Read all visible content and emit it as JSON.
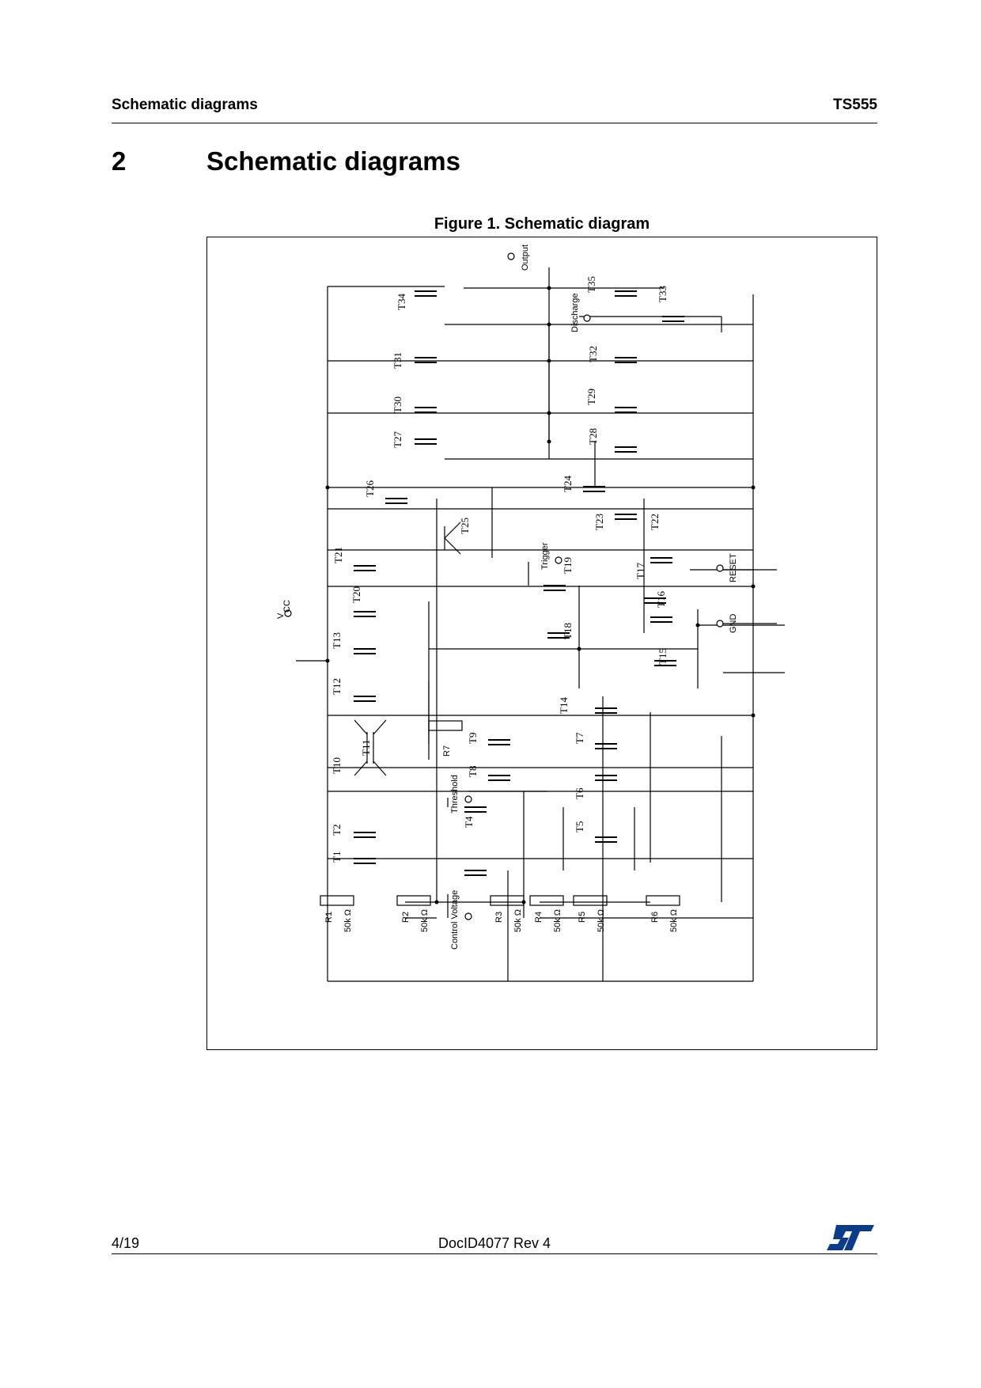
{
  "header": {
    "left": "Schematic diagrams",
    "right": "TS555"
  },
  "section": {
    "number": "2",
    "title": "Schematic diagrams"
  },
  "figure": {
    "caption": "Figure 1. Schematic diagram",
    "pins": {
      "output": "Output",
      "discharge": "Discharge",
      "trigger": "Trigger",
      "reset": "RESET",
      "gnd": "GND",
      "vcc": "V",
      "vcc_sub": "CC",
      "threshold": "Threshold",
      "control": "Control Voltage"
    },
    "transistors": [
      "T1",
      "T2",
      "T4",
      "T5",
      "T6",
      "T7",
      "T8",
      "T9",
      "T10",
      "T11",
      "T12",
      "T13",
      "T14",
      "T15",
      "T16",
      "T17",
      "T18",
      "T19",
      "T20",
      "T21",
      "T22",
      "T23",
      "T24",
      "T25",
      "T26",
      "T27",
      "T28",
      "T29",
      "T30",
      "T31",
      "T32",
      "T33",
      "T34",
      "T35"
    ],
    "resistors": [
      {
        "name": "R1",
        "value": "50k Ω"
      },
      {
        "name": "R2",
        "value": "50k Ω"
      },
      {
        "name": "R3",
        "value": "50k Ω"
      },
      {
        "name": "R4",
        "value": "50k Ω"
      },
      {
        "name": "R5",
        "value": "50k Ω"
      },
      {
        "name": "R6",
        "value": "50k Ω"
      },
      {
        "name": "R7",
        "value": ""
      }
    ]
  },
  "footer": {
    "page": "4/19",
    "doc": "DocID4077 Rev 4",
    "logo": "st-logo"
  }
}
